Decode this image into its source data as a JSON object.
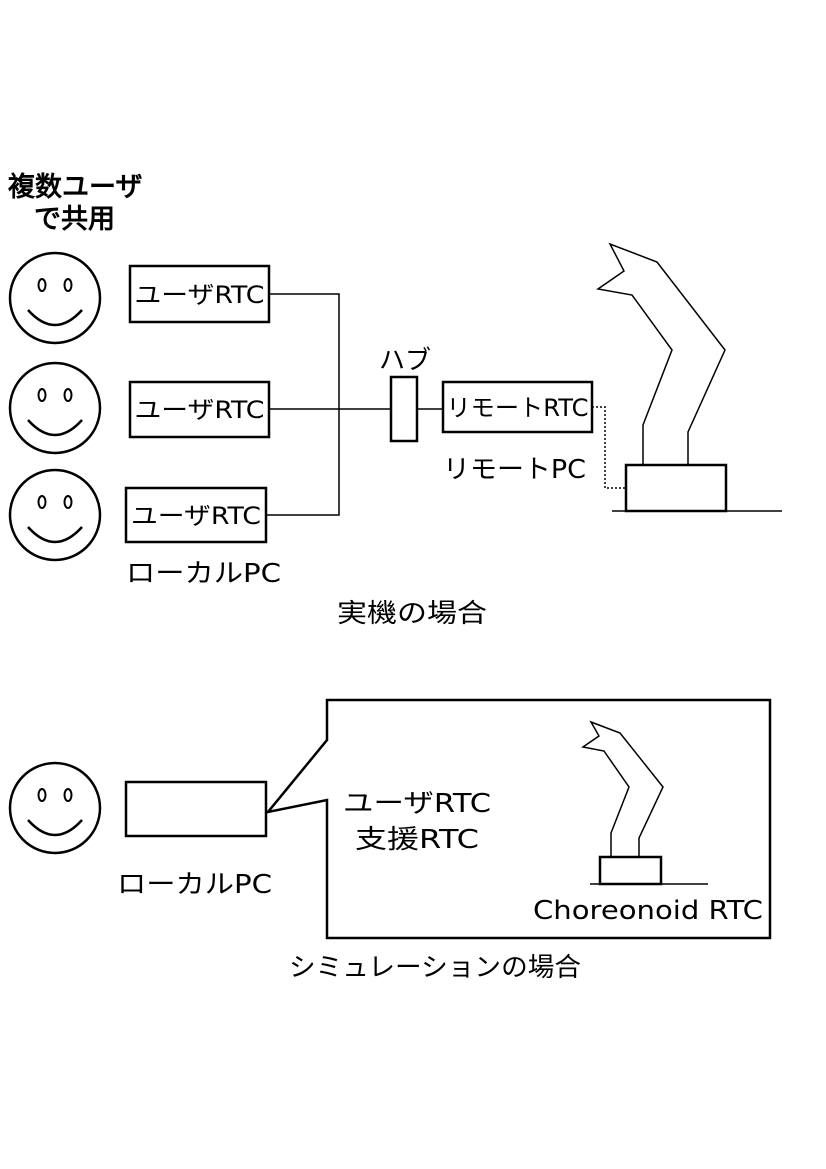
{
  "colors": {
    "ink": "#000000",
    "paper": "#ffffff"
  },
  "labels": {
    "shared_line1": "複数ユーザ",
    "shared_line2": "で共用",
    "user_rtc": "ユーザRTC",
    "hub": "ハブ",
    "remote_rtc": "リモートRTC",
    "remote_pc": "リモートPC",
    "local_pc": "ローカルPC",
    "real_case": "実機の場合",
    "sim_user_rtc": "ユーザRTC",
    "sim_support_rtc": "支援RTC",
    "choreonoid_rtc": "Choreonoid RTC",
    "sim_local_pc": "ローカルPC",
    "sim_case": "シミュレーションの場合"
  },
  "icons": {
    "user_face": "smiley-face-icon",
    "robot_arm": "robot-arm-icon"
  }
}
